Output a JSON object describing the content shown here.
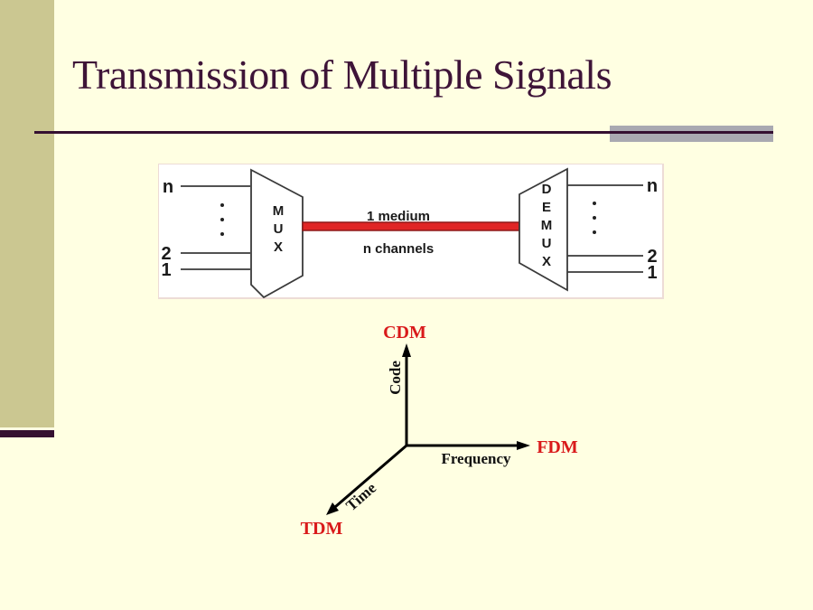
{
  "slide": {
    "title": "Transmission of Multiple Signals"
  },
  "mux_diagram": {
    "left_labels": [
      "n",
      "2",
      "1"
    ],
    "right_labels": [
      "n",
      "2",
      "1"
    ],
    "mux_letters": [
      "M",
      "U",
      "X"
    ],
    "demux_letters": [
      "D",
      "E",
      "M",
      "U",
      "X"
    ],
    "medium_label": "1 medium",
    "channels_label": "n channels"
  },
  "axes_diagram": {
    "vertical_axis_label": "Code",
    "vertical_scheme": "CDM",
    "horizontal_axis_label": "Frequency",
    "horizontal_scheme": "FDM",
    "diagonal_axis_label": "Time",
    "diagonal_scheme": "TDM"
  },
  "colors": {
    "background": "#FFFFE2",
    "sidebar_olive": "#CBC791",
    "title_purple": "#3E1438",
    "rule_purple": "#351031",
    "accent_gray": "#A9A9B1",
    "link_red": "#E02525",
    "link_red_edge": "#8E1818",
    "scheme_label_red": "#D91A1A"
  }
}
